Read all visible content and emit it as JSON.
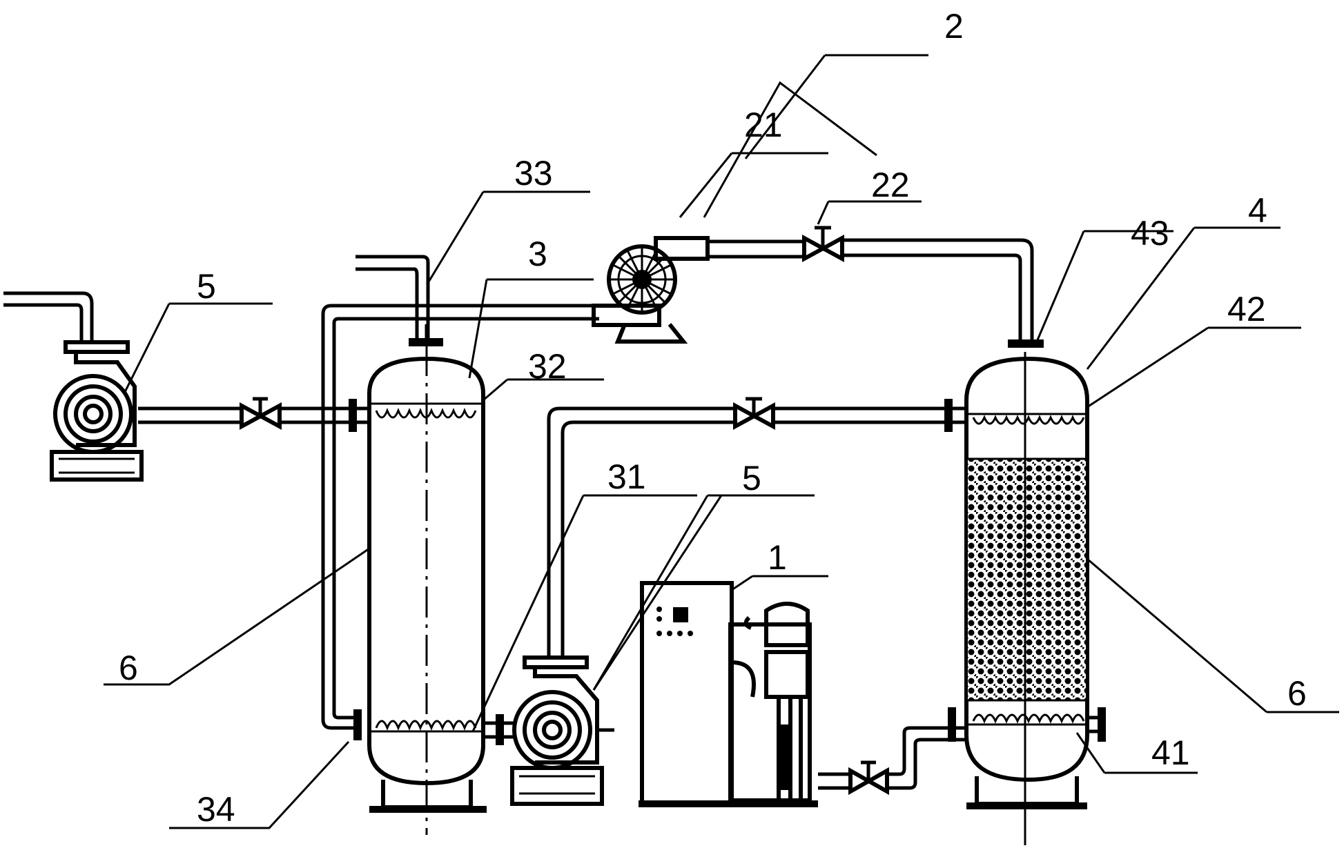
{
  "labels": {
    "l1": "1",
    "l2": "2",
    "l21": "21",
    "l22": "22",
    "l3": "3",
    "l31": "31",
    "l32": "32",
    "l33": "33",
    "l34": "34",
    "l4": "4",
    "l41": "41",
    "l42": "42",
    "l43": "43",
    "l5a": "5",
    "l5b": "5",
    "l6a": "6",
    "l6b": "6"
  },
  "colors": {
    "line": "#000000",
    "background": "#ffffff"
  }
}
